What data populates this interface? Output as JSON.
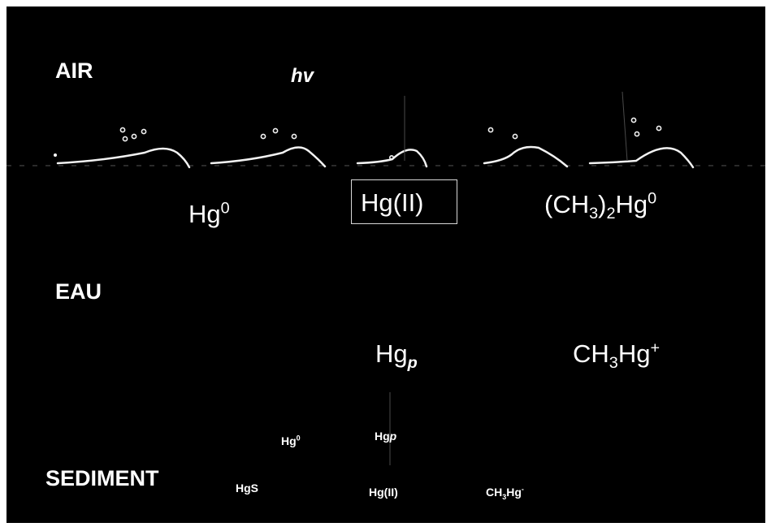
{
  "zones": {
    "air": "AIR",
    "water": "EAU",
    "sediment": "SEDIMENT"
  },
  "light": {
    "h": "h",
    "v": "v"
  },
  "water_species": {
    "hg0": {
      "base": "Hg",
      "sup": "0"
    },
    "hg2": {
      "text": "Hg(II)"
    },
    "dimethyl": {
      "open": "(CH",
      "sub": "3",
      "close": ")",
      "sub2": "2",
      "hg": "Hg",
      "sup": "0"
    },
    "hgp": {
      "base": "Hg",
      "sub": "p"
    },
    "methyl": {
      "ch": "CH",
      "sub": "3",
      "hg": "Hg",
      "sup": "+"
    }
  },
  "sediment_species": {
    "hg0": {
      "base": "Hg",
      "sup": "0"
    },
    "hgp": {
      "base": "Hg",
      "p": "p"
    },
    "hgs": "HgS",
    "hg2": "Hg(II)",
    "methyl": {
      "ch": "CH",
      "sub": "3",
      "hg": "Hg",
      "sup": "-"
    }
  },
  "colors": {
    "background": "#000000",
    "text": "#ffffff",
    "box_border": "#d8d8d8"
  }
}
